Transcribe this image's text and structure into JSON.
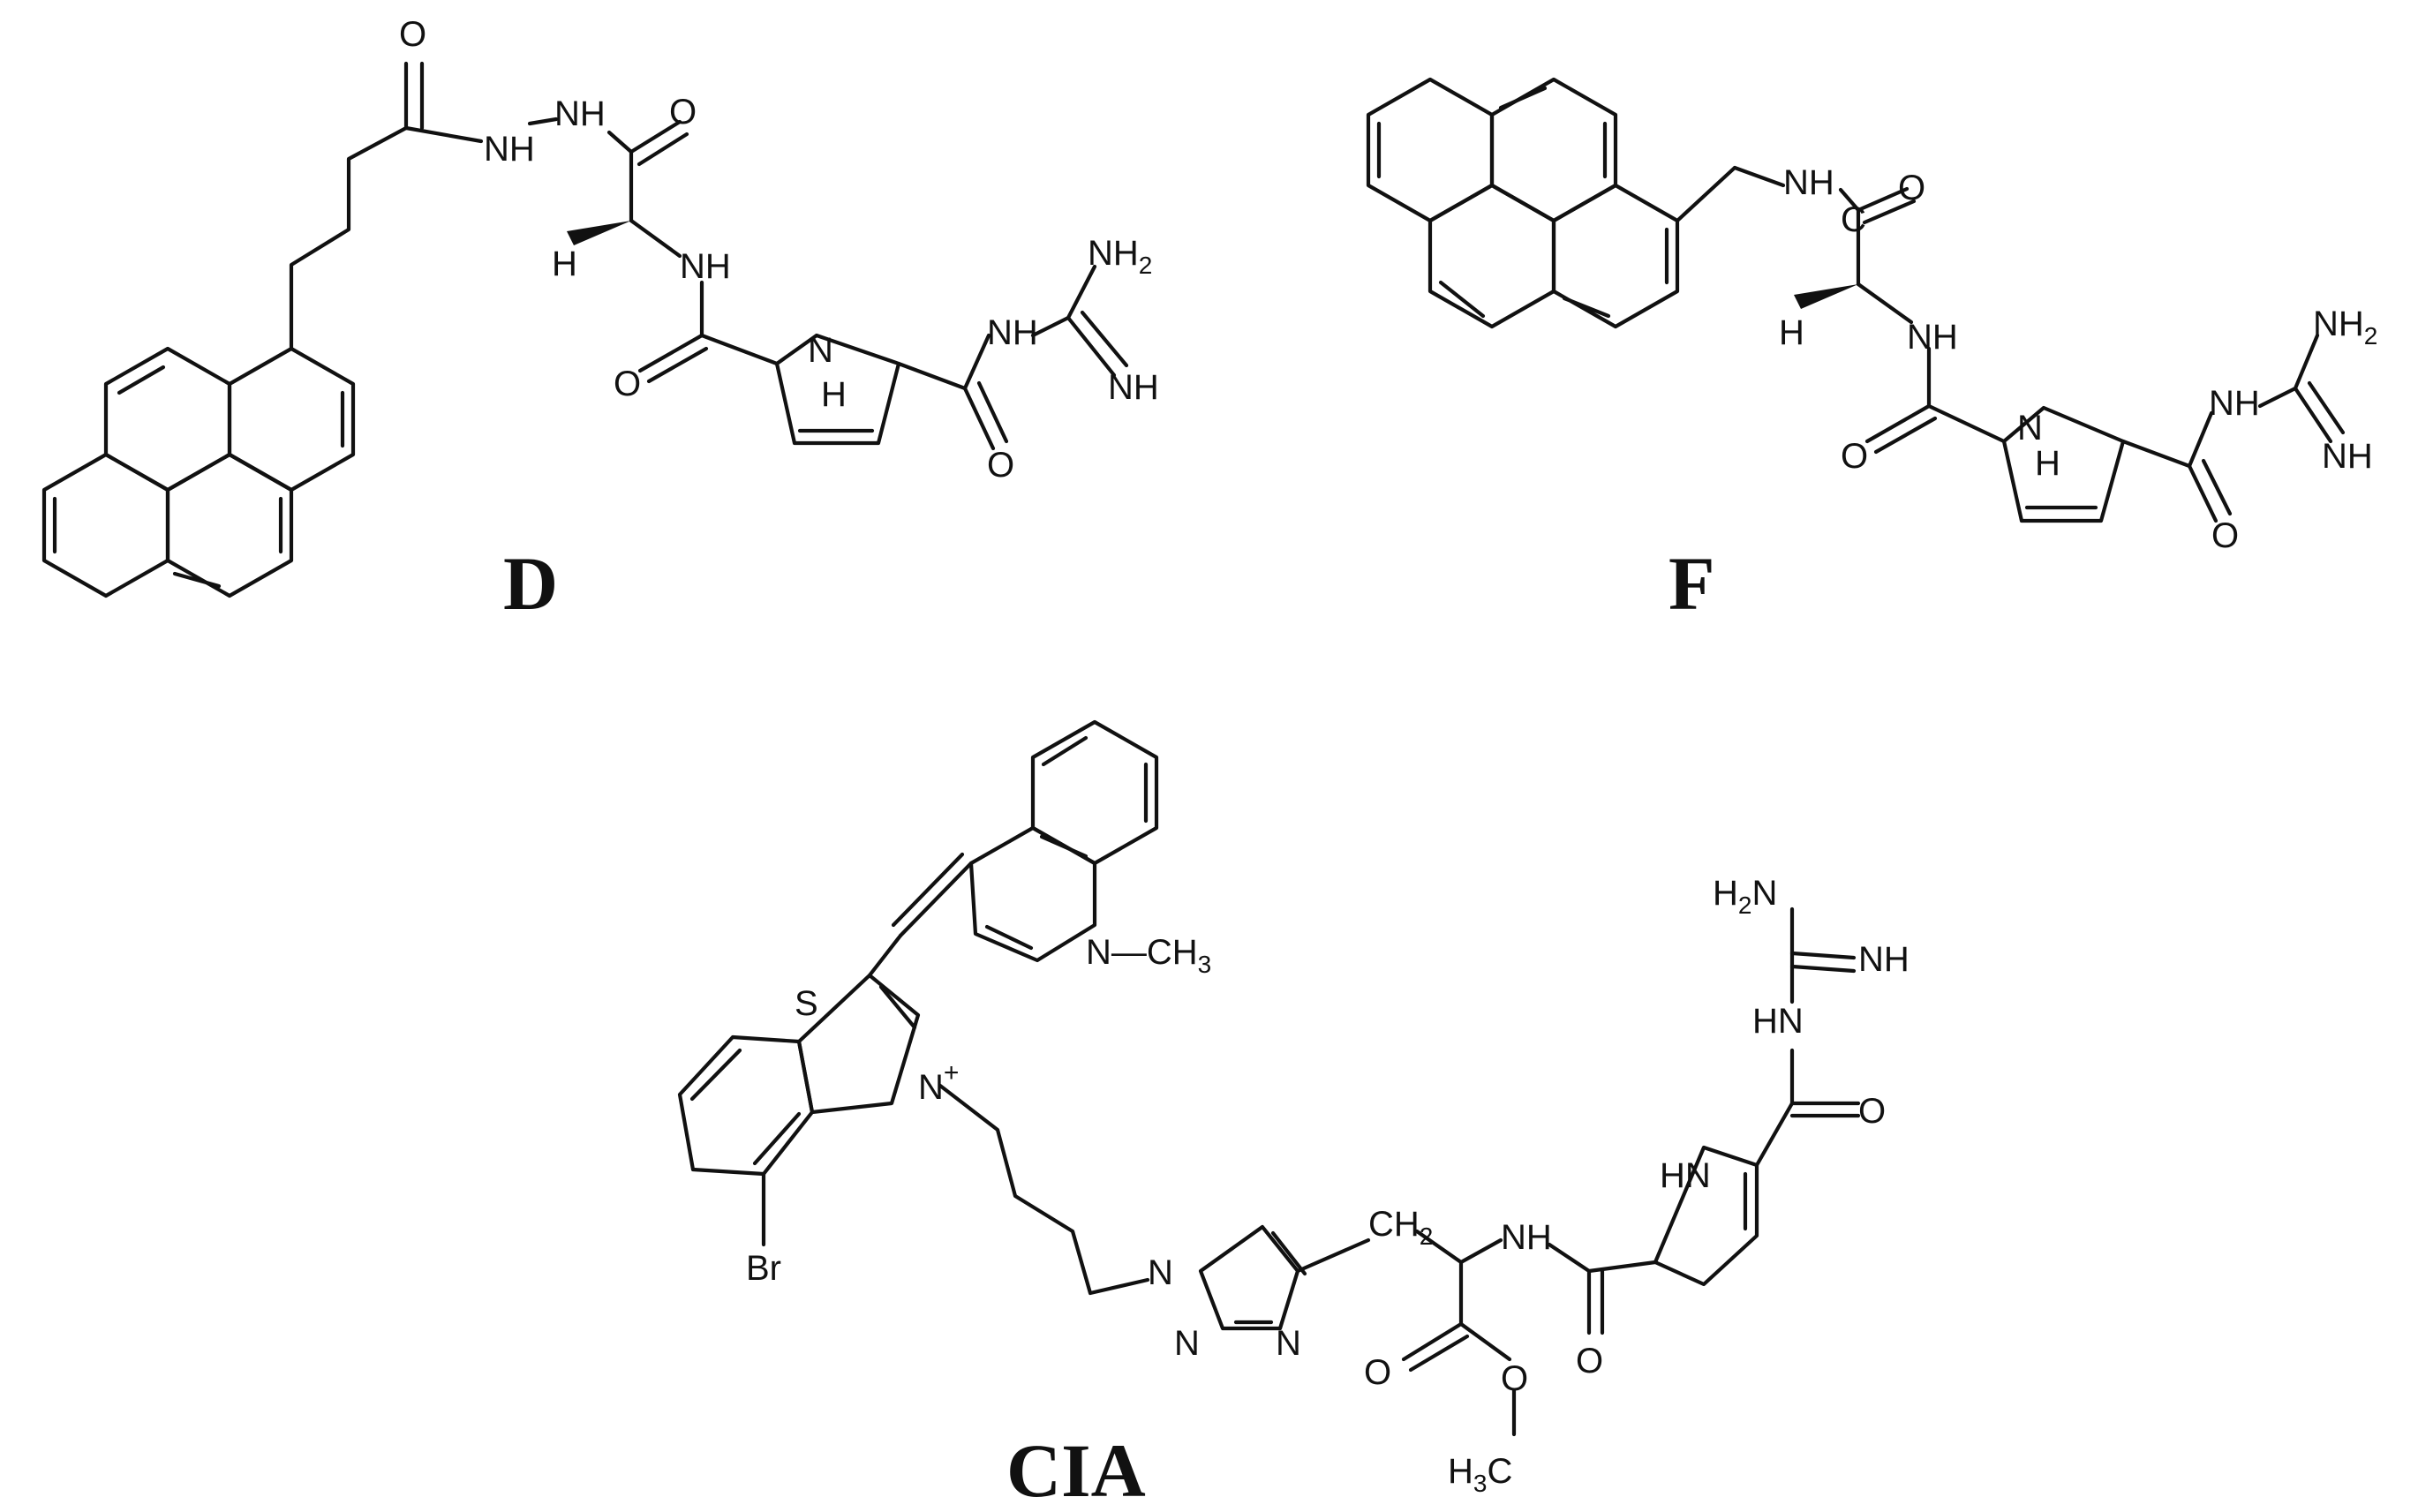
{
  "compounds": {
    "d": {
      "label": "D"
    },
    "f": {
      "label": "F"
    },
    "cia": {
      "label": "CIA"
    }
  },
  "atom_labels": {
    "o": "O",
    "nh": "NH",
    "h": "H",
    "n": "N",
    "nh2_base": "NH",
    "nh2_sub": "2",
    "h2n_pre": "H",
    "h2n_sub": "2",
    "h2n_post": "N",
    "hn": "HN",
    "s": "S",
    "plus": "+",
    "br": "Br",
    "c": "C",
    "ch3_base": "CH",
    "ch3_sub": "3",
    "ch2_base": "CH",
    "ch2_sub": "2",
    "h3c_pre": "H",
    "h3c_sub": "3",
    "h3c_post": "C",
    "n_ch3_prefix": "N—"
  }
}
